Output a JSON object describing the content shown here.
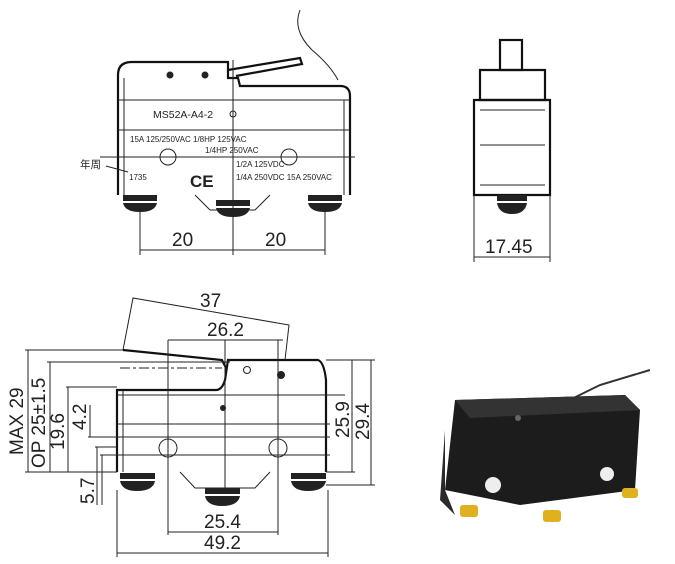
{
  "front_view": {
    "model": "MS52A-A4-2",
    "rating_line1": "15A 125/250VAC  1/8HP 125VAC",
    "rating_line2": "1/4HP 250VAC",
    "rating_line3": "1/2A 125VDC",
    "rating_line4": "1/4A 250VDC 15A 250VAC",
    "date_label": "年周",
    "date_code": "1735",
    "ce_mark": "CE",
    "dim_left": "20",
    "dim_right": "20"
  },
  "side_view": {
    "dim_width": "17.45"
  },
  "bottom_view": {
    "dim_lever_length": "37",
    "dim_lever_to_pivot": "26.2",
    "dim_max_height": "MAX 29",
    "dim_operating_position": "OP 25±1.5",
    "dim_19_6": "19.6",
    "dim_4_2": "4.2",
    "dim_5_7": "5.7",
    "dim_25_9": "25.9",
    "dim_29_4": "29.4",
    "dim_hole_spacing": "25.4",
    "dim_body_length": "49.2"
  },
  "colors": {
    "line": "#222222",
    "body_photo": "#1c1c1c",
    "terminal": "#e0b020"
  }
}
